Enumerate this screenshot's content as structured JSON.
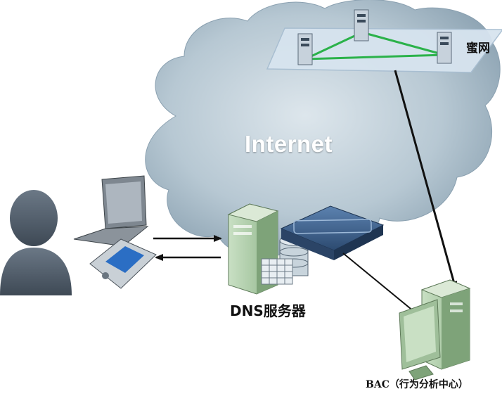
{
  "labels": {
    "internet": "Internet",
    "honeynet": "蜜网",
    "dns_server": "DNS服务器",
    "bac": "BAC（行为分析中心）"
  },
  "colors": {
    "cloud_light": "#c5d3dc",
    "cloud_dark": "#7d95a6",
    "honeynet_line": "#2bb24a",
    "server_green": "#a9c9a4",
    "router_blue": "#3f6593",
    "person": "#53606e"
  },
  "nodes": [
    {
      "name": "user",
      "icon": "person-silhouette-icon"
    },
    {
      "name": "client-devices",
      "icon": "laptop-icon"
    },
    {
      "name": "pda",
      "icon": "pda-icon"
    },
    {
      "name": "dns-server",
      "icon": "server-icon"
    },
    {
      "name": "router",
      "icon": "router-icon"
    },
    {
      "name": "honeynet",
      "icon": "honeynet-servers-icon"
    },
    {
      "name": "bac",
      "icon": "workstation-icon"
    }
  ]
}
